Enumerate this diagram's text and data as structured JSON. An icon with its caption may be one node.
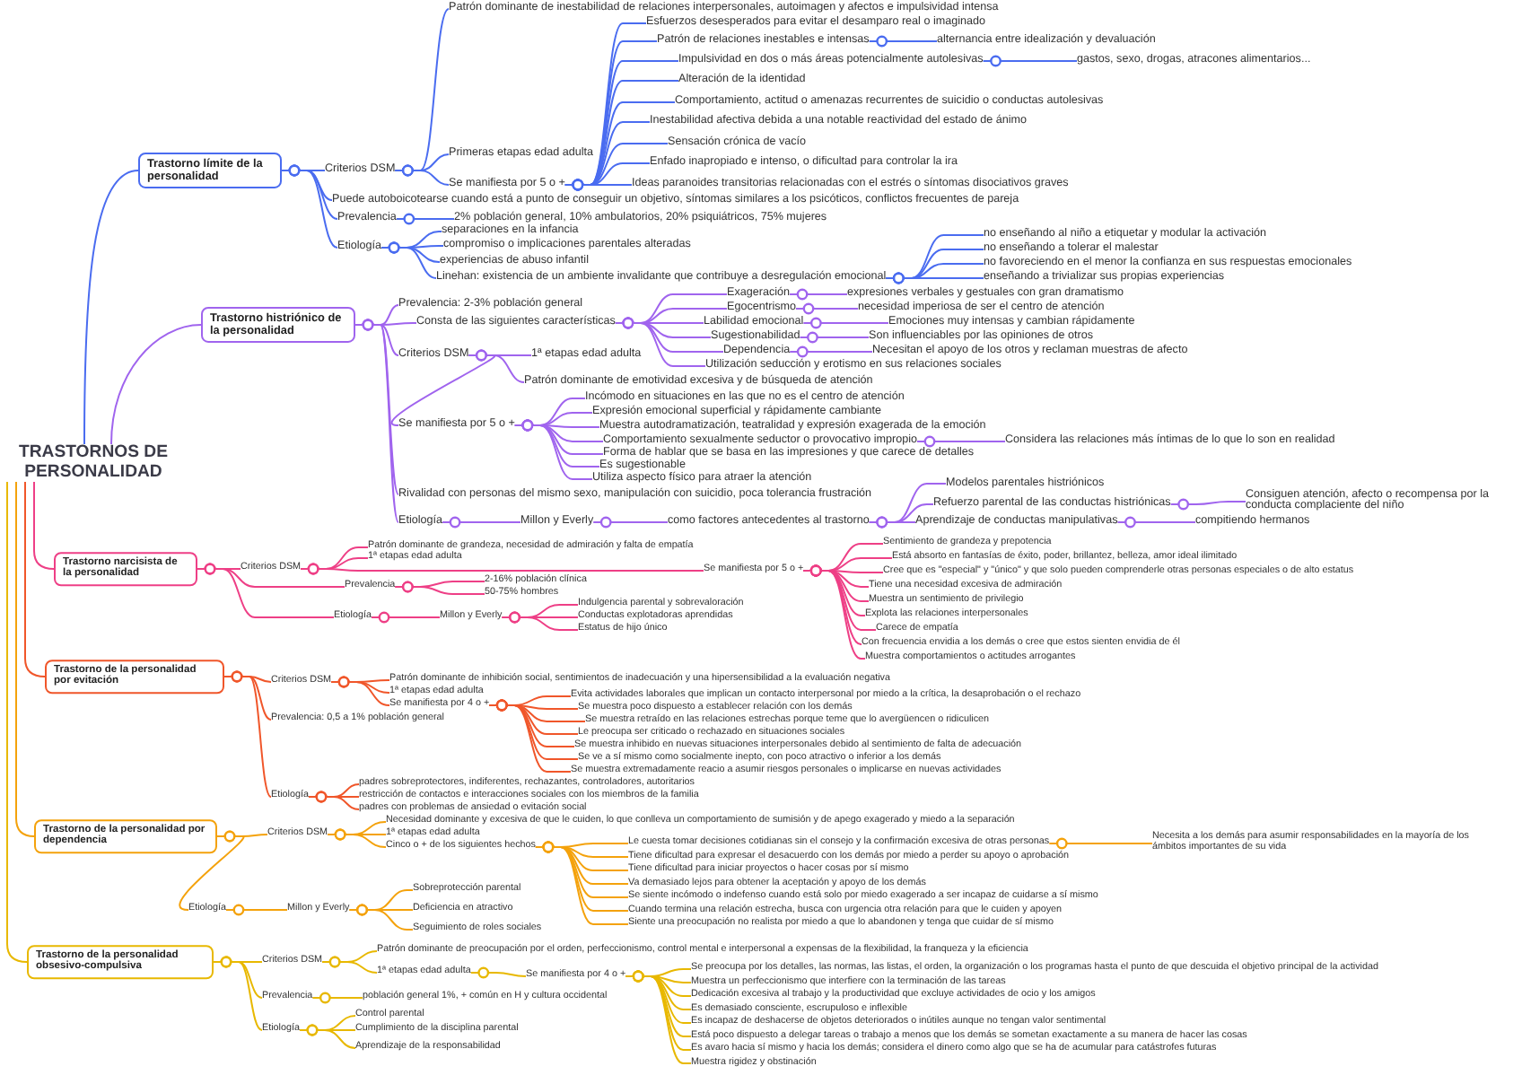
{
  "diagram": {
    "nodes": [
      {
        "text": [
          "TRASTORNOS DE PERSONALIDAD"
        ]
      },
      {
        "text": [
          "Trastorno límite de la personalidad"
        ]
      },
      {
        "text": [
          "Criterios DSM"
        ]
      },
      {
        "text": [
          "Patrón dominante de inestabilidad de relaciones interpersonales, autoimagen y afectos e impulsividad intensa"
        ]
      },
      {
        "text": [
          "Primeras etapas edad adulta"
        ]
      },
      {
        "text": [
          "Se manifiesta por 5 o +"
        ]
      },
      {
        "text": [
          "Esfuerzos desesperados para evitar el desamparo real o imaginado"
        ]
      },
      {
        "text": [
          "Patrón de relaciones inestables e intensas"
        ]
      },
      {
        "text": [
          "alternancia entre idealización y devaluación"
        ]
      },
      {
        "text": [
          "Impulsividad en dos o más áreas potencialmente autolesivas"
        ]
      },
      {
        "text": [
          "gastos, sexo, drogas, atracones alimentarios..."
        ]
      },
      {
        "text": [
          "Alteración de la identidad"
        ]
      },
      {
        "text": [
          "Comportamiento, actitud o amenazas recurrentes de suicidio o conductas autolesivas"
        ]
      },
      {
        "text": [
          "Inestabilidad afectiva debida a una notable reactividad del estado de ánimo"
        ]
      },
      {
        "text": [
          "Sensación crónica de vacío"
        ]
      },
      {
        "text": [
          "Enfado inapropiado e intenso, o dificultad para controlar la ira"
        ]
      },
      {
        "text": [
          "Ideas paranoides transitorias relacionadas con el estrés o síntomas disociativos graves"
        ]
      },
      {
        "text": [
          "Puede autoboicotearse cuando está a punto de conseguir un objetivo, síntomas similares a los psicóticos, conflictos frecuentes de pareja"
        ]
      },
      {
        "text": [
          "Prevalencia"
        ]
      },
      {
        "text": [
          "2% población general, 10% ambulatorios, 20% psiquiátricos, 75% mujeres"
        ]
      },
      {
        "text": [
          "Etiología"
        ]
      },
      {
        "text": [
          "separaciones en la infancia"
        ]
      },
      {
        "text": [
          "compromiso o implicaciones parentales alteradas"
        ]
      },
      {
        "text": [
          "experiencias de abuso infantil"
        ]
      },
      {
        "text": [
          "Linehan: existencia de un ambiente invalidante que contribuye a desregulación emocional"
        ]
      },
      {
        "text": [
          "no enseñando al niño a etiquetar y modular la activación"
        ]
      },
      {
        "text": [
          "no enseñando a tolerar el malestar"
        ]
      },
      {
        "text": [
          "no favoreciendo en el menor la confianza en sus respuestas emocionales"
        ]
      },
      {
        "text": [
          "enseñando a trivializar sus propias experiencias"
        ]
      },
      {
        "text": [
          "Trastorno histriónico de la personalidad"
        ]
      },
      {
        "text": [
          "Prevalencia: 2-3% población general"
        ]
      },
      {
        "text": [
          "Consta de las siguientes características"
        ]
      },
      {
        "text": [
          "Exageración"
        ]
      },
      {
        "text": [
          "expresiones verbales y gestuales con gran dramatismo"
        ]
      },
      {
        "text": [
          "Egocentrismo"
        ]
      },
      {
        "text": [
          "necesidad imperiosa de ser el centro de atención"
        ]
      },
      {
        "text": [
          "Labilidad emocional"
        ]
      },
      {
        "text": [
          "Emociones muy intensas y cambian rápidamente"
        ]
      },
      {
        "text": [
          "Sugestionabilidad"
        ]
      },
      {
        "text": [
          "Son influenciables por las opiniones de otros"
        ]
      },
      {
        "text": [
          "Dependencia"
        ]
      },
      {
        "text": [
          "Necesitan el apoyo de los otros y reclaman muestras de afecto"
        ]
      },
      {
        "text": [
          "Utilización seducción y erotismo en sus relaciones sociales"
        ]
      },
      {
        "text": [
          "Criterios DSM"
        ]
      },
      {
        "text": [
          "1ª etapas edad adulta"
        ]
      },
      {
        "text": [
          "Patrón dominante de emotividad excesiva y de búsqueda de atención"
        ]
      },
      {
        "text": [
          "Se manifiesta por 5 o +"
        ]
      },
      {
        "text": [
          "Incómodo en situaciones en las que no es el centro de atención"
        ]
      },
      {
        "text": [
          "Expresión emocional superficial y rápidamente cambiante"
        ]
      },
      {
        "text": [
          "Muestra autodramatización, teatralidad y expresión exagerada de la emoción"
        ]
      },
      {
        "text": [
          "Comportamiento sexualmente seductor o provocativo impropio"
        ]
      },
      {
        "text": [
          "Considera las relaciones más íntimas de lo que lo son en realidad"
        ]
      },
      {
        "text": [
          "Forma de hablar que se basa en las impresiones y que carece de detalles"
        ]
      },
      {
        "text": [
          "Es sugestionable"
        ]
      },
      {
        "text": [
          "Utiliza aspecto físico para atraer la atención"
        ]
      },
      {
        "text": [
          "Rivalidad con personas del mismo sexo, manipulación con suicidio, poca tolerancia frustración"
        ]
      },
      {
        "text": [
          "Etiología"
        ]
      },
      {
        "text": [
          "Millon y Everly"
        ]
      },
      {
        "text": [
          "como factores antecedentes al trastorno"
        ]
      },
      {
        "text": [
          "Modelos parentales histriónicos"
        ]
      },
      {
        "text": [
          "Refuerzo parental de las conductas histriónicas"
        ]
      },
      {
        "text": [
          "Consiguen atención, afecto o recompensa por la conducta complaciente del niño"
        ]
      },
      {
        "text": [
          "Aprendizaje de conductas manipulativas"
        ]
      },
      {
        "text": [
          "compitiendo hermanos"
        ]
      },
      {
        "text": [
          "Trastorno narcisista de la personalidad"
        ]
      },
      {
        "text": [
          "Criterios DSM"
        ]
      },
      {
        "text": [
          "Patrón dominante de grandeza, necesidad de admiración y falta de empatía"
        ]
      },
      {
        "text": [
          "1ª etapas edad adulta"
        ]
      },
      {
        "text": [
          "Se manifiesta por 5 o +"
        ]
      },
      {
        "text": [
          "Sentimiento de grandeza y prepotencia"
        ]
      },
      {
        "text": [
          "Está absorto en fantasías de éxito, poder, brillantez, belleza, amor ideal ilimitado"
        ]
      },
      {
        "text": [
          "Cree que es \"especial\" y \"único\" y que solo pueden comprenderle otras personas especiales o de alto estatus"
        ]
      },
      {
        "text": [
          "Tiene una necesidad excesiva de admiración"
        ]
      },
      {
        "text": [
          "Muestra un sentimiento de privilegio"
        ]
      },
      {
        "text": [
          "Explota las relaciones interpersonales"
        ]
      },
      {
        "text": [
          "Carece de empatía"
        ]
      },
      {
        "text": [
          "Con frecuencia envidia a los demás o cree que estos sienten envidia de él"
        ]
      },
      {
        "text": [
          "Muestra comportamientos o actitudes arrogantes"
        ]
      },
      {
        "text": [
          "Prevalencia"
        ]
      },
      {
        "text": [
          "2-16% población clínica"
        ]
      },
      {
        "text": [
          "50-75% hombres"
        ]
      },
      {
        "text": [
          "Etiología"
        ]
      },
      {
        "text": [
          "Millon y Everly"
        ]
      },
      {
        "text": [
          "Indulgencia parental y sobrevaloración"
        ]
      },
      {
        "text": [
          "Conductas explotadoras aprendidas"
        ]
      },
      {
        "text": [
          "Estatus de hijo único"
        ]
      },
      {
        "text": [
          "Trastorno de la personalidad por evitación"
        ]
      },
      {
        "text": [
          "Criterios DSM"
        ]
      },
      {
        "text": [
          "Patrón dominante de inhibición social, sentimientos de inadecuación y una hipersensibilidad a la evaluación negativa"
        ]
      },
      {
        "text": [
          "1ª etapas edad adulta"
        ]
      },
      {
        "text": [
          "Se manifiesta por 4 o +"
        ]
      },
      {
        "text": [
          "Evita actividades laborales que implican un contacto interpersonal por miedo a la crítica, la desaprobación o el rechazo"
        ]
      },
      {
        "text": [
          "Se muestra poco dispuesto a establecer relación con los demás"
        ]
      },
      {
        "text": [
          "Se muestra retraído en las relaciones estrechas porque teme que lo avergüencen o ridiculicen"
        ]
      },
      {
        "text": [
          "Le preocupa ser criticado o rechazado en situaciones sociales"
        ]
      },
      {
        "text": [
          "Se muestra inhibido en nuevas situaciones interpersonales debido al sentimiento de falta de adecuación"
        ]
      },
      {
        "text": [
          "Se ve a sí mismo como socialmente inepto, con poco atractivo o inferior a los demás"
        ]
      },
      {
        "text": [
          "Se muestra extremadamente reacio a asumir riesgos personales o implicarse en nuevas actividades"
        ]
      },
      {
        "text": [
          "Prevalencia: 0,5 a 1% población general"
        ]
      },
      {
        "text": [
          "Etiología"
        ]
      },
      {
        "text": [
          "padres sobreprotectores, indiferentes, rechazantes, controladores, autoritarios"
        ]
      },
      {
        "text": [
          "restricción de contactos e interacciones sociales con los miembros de la familia"
        ]
      },
      {
        "text": [
          "padres con problemas de ansiedad o evitación social"
        ]
      },
      {
        "text": [
          "Trastorno de la personalidad por dependencia"
        ]
      },
      {
        "text": [
          "Criterios DSM"
        ]
      },
      {
        "text": [
          "Necesidad dominante y excesiva de que le cuiden, lo que conlleva un comportamiento de sumisión y de apego exagerado y miedo a la separación"
        ]
      },
      {
        "text": [
          "1ª etapas edad adulta"
        ]
      },
      {
        "text": [
          "Cinco o + de los siguientes hechos"
        ]
      },
      {
        "text": [
          "Le cuesta tomar decisiones cotidianas sin el consejo y la confirmación excesiva de otras personas"
        ]
      },
      {
        "text": [
          "Necesita a los demás para asumir responsabilidades en la mayoría de los ámbitos importantes de su vida"
        ]
      },
      {
        "text": [
          "Tiene dificultad para expresar el desacuerdo con los demás por miedo a perder su apoyo o aprobación"
        ]
      },
      {
        "text": [
          "Tiene dificultad para iniciar proyectos o hacer cosas por sí mismo"
        ]
      },
      {
        "text": [
          "Va demasiado lejos para obtener la aceptación y apoyo de los demás"
        ]
      },
      {
        "text": [
          "Se siente incómodo o indefenso cuando está solo por miedo exagerado a ser incapaz de cuidarse a sí mismo"
        ]
      },
      {
        "text": [
          "Cuando termina una relación estrecha, busca con urgencia otra relación para que le cuiden y apoyen"
        ]
      },
      {
        "text": [
          "Siente una preocupación no realista por miedo a que lo abandonen y tenga que cuidar de sí mismo"
        ]
      },
      {
        "text": [
          "Etiología"
        ]
      },
      {
        "text": [
          "Millon y Everly"
        ]
      },
      {
        "text": [
          "Sobreprotección parental"
        ]
      },
      {
        "text": [
          "Deficiencia en atractivo"
        ]
      },
      {
        "text": [
          "Seguimiento de roles sociales"
        ]
      },
      {
        "text": [
          "Trastorno de la personalidad obsesivo-compulsiva"
        ]
      },
      {
        "text": [
          "Criterios DSM"
        ]
      },
      {
        "text": [
          "Patrón dominante de preocupación por el orden, perfeccionismo, control mental e interpersonal a expensas de la flexibilidad, la franqueza y la eficiencia"
        ]
      },
      {
        "text": [
          "1ª etapas edad adulta"
        ]
      },
      {
        "text": [
          "Se manifiesta por 4 o +"
        ]
      },
      {
        "text": [
          "Se preocupa por los detalles, las normas, las listas, el orden, la organización o los programas hasta el punto de que descuida el objetivo principal de la actividad"
        ]
      },
      {
        "text": [
          "Muestra un perfeccionismo que interfiere con la terminación de las tareas"
        ]
      },
      {
        "text": [
          "Dedicación excesiva al trabajo y la productividad que excluye actividades de ocio y los amigos"
        ]
      },
      {
        "text": [
          "Es demasiado consciente, escrupuloso e inflexible"
        ]
      },
      {
        "text": [
          "Es incapaz de deshacerse de objetos deteriorados o inútiles aunque no tengan valor sentimental"
        ]
      },
      {
        "text": [
          "Está poco dispuesto a delegar tareas o trabajo a menos que los demás se sometan exactamente a su manera de hacer las cosas"
        ]
      },
      {
        "text": [
          "Es avaro hacia sí mismo y hacia los demás; considera el dinero como algo que se ha de acumular para catástrofes futuras"
        ]
      },
      {
        "text": [
          "Muestra rigidez y obstinación"
        ]
      },
      {
        "text": [
          "Prevalencia"
        ]
      },
      {
        "text": [
          "población general 1%, + común en H y cultura occidental"
        ]
      },
      {
        "text": [
          "Etiología"
        ]
      },
      {
        "text": [
          "Control parental"
        ]
      },
      {
        "text": [
          "Cumplimiento de la disciplina parental"
        ]
      },
      {
        "text": [
          "Aprendizaje de la responsabilidad"
        ]
      }
    ],
    "edges": [
      {
        "from": 0,
        "to": 1,
        "arrow": "none",
        "color": "#4a6cf0"
      },
      {
        "from": 1,
        "to": 2,
        "arrow": "other",
        "color": "#4a6cf0"
      },
      {
        "from": 2,
        "to": 3,
        "arrow": "other",
        "color": "#4a6cf0"
      },
      {
        "from": 2,
        "to": 4,
        "arrow": "other",
        "color": "#4a6cf0"
      },
      {
        "from": 2,
        "to": 5,
        "arrow": "other",
        "color": "#4a6cf0"
      },
      {
        "from": 5,
        "to": 6,
        "arrow": "other",
        "color": "#4a6cf0"
      },
      {
        "from": 5,
        "to": 7,
        "arrow": "other",
        "color": "#4a6cf0"
      },
      {
        "from": 7,
        "to": 8,
        "arrow": "other",
        "color": "#4a6cf0"
      },
      {
        "from": 5,
        "to": 9,
        "arrow": "other",
        "color": "#4a6cf0"
      },
      {
        "from": 9,
        "to": 10,
        "arrow": "other",
        "color": "#4a6cf0"
      },
      {
        "from": 5,
        "to": 11,
        "arrow": "other",
        "color": "#4a6cf0"
      },
      {
        "from": 5,
        "to": 12,
        "arrow": "other",
        "color": "#4a6cf0"
      },
      {
        "from": 5,
        "to": 13,
        "arrow": "other",
        "color": "#4a6cf0"
      },
      {
        "from": 5,
        "to": 14,
        "arrow": "other",
        "color": "#4a6cf0"
      },
      {
        "from": 5,
        "to": 15,
        "arrow": "other",
        "color": "#4a6cf0"
      },
      {
        "from": 5,
        "to": 16,
        "arrow": "other",
        "color": "#4a6cf0"
      },
      {
        "from": 1,
        "to": 17,
        "arrow": "other",
        "color": "#4a6cf0"
      },
      {
        "from": 1,
        "to": 18,
        "arrow": "other",
        "color": "#4a6cf0"
      },
      {
        "from": 18,
        "to": 19,
        "arrow": "other",
        "color": "#4a6cf0"
      },
      {
        "from": 1,
        "to": 20,
        "arrow": "other",
        "color": "#4a6cf0"
      },
      {
        "from": 20,
        "to": 21,
        "arrow": "other",
        "color": "#4a6cf0"
      },
      {
        "from": 20,
        "to": 22,
        "arrow": "other",
        "color": "#4a6cf0"
      },
      {
        "from": 20,
        "to": 23,
        "arrow": "other",
        "color": "#4a6cf0"
      },
      {
        "from": 20,
        "to": 24,
        "arrow": "other",
        "color": "#4a6cf0"
      },
      {
        "from": 24,
        "to": 25,
        "arrow": "other",
        "color": "#4a6cf0"
      },
      {
        "from": 24,
        "to": 26,
        "arrow": "other",
        "color": "#4a6cf0"
      },
      {
        "from": 24,
        "to": 27,
        "arrow": "other",
        "color": "#4a6cf0"
      },
      {
        "from": 24,
        "to": 28,
        "arrow": "other",
        "color": "#4a6cf0"
      },
      {
        "from": 0,
        "to": 29,
        "arrow": "none"
      },
      {
        "from": 29,
        "to": 30,
        "arrow": "other"
      },
      {
        "from": 29,
        "to": 31,
        "arrow": "other"
      },
      {
        "from": 31,
        "to": 32,
        "arrow": "other"
      },
      {
        "from": 32,
        "to": 33,
        "arrow": "other"
      },
      {
        "from": 31,
        "to": 34,
        "arrow": "other"
      },
      {
        "from": 34,
        "to": 35,
        "arrow": "other"
      },
      {
        "from": 31,
        "to": 36,
        "arrow": "other"
      },
      {
        "from": 36,
        "to": 37,
        "arrow": "other"
      },
      {
        "from": 31,
        "to": 38,
        "arrow": "other"
      },
      {
        "from": 38,
        "to": 39,
        "arrow": "other"
      },
      {
        "from": 31,
        "to": 40,
        "arrow": "other"
      },
      {
        "from": 40,
        "to": 41,
        "arrow": "other"
      },
      {
        "from": 31,
        "to": 42,
        "arrow": "other"
      },
      {
        "from": 29,
        "to": 43,
        "arrow": "other"
      },
      {
        "from": 43,
        "to": 44,
        "arrow": "other"
      },
      {
        "from": 43,
        "to": 45,
        "arrow": "other"
      },
      {
        "from": 43,
        "to": 46,
        "arrow": "other"
      },
      {
        "from": 46,
        "to": 47,
        "arrow": "other"
      },
      {
        "from": 46,
        "to": 48,
        "arrow": "other"
      },
      {
        "from": 46,
        "to": 49,
        "arrow": "other"
      },
      {
        "from": 46,
        "to": 50,
        "arrow": "other"
      },
      {
        "from": 50,
        "to": 51,
        "arrow": "other"
      },
      {
        "from": 46,
        "to": 52,
        "arrow": "other"
      },
      {
        "from": 46,
        "to": 53,
        "arrow": "other"
      },
      {
        "from": 46,
        "to": 54,
        "arrow": "other"
      },
      {
        "from": 29,
        "to": 55,
        "arrow": "other"
      },
      {
        "from": 29,
        "to": 56,
        "arrow": "other"
      },
      {
        "from": 56,
        "to": 57,
        "arrow": "other"
      },
      {
        "from": 57,
        "to": 58,
        "arrow": "other"
      },
      {
        "from": 58,
        "to": 59,
        "arrow": "other"
      },
      {
        "from": 58,
        "to": 60,
        "arrow": "other"
      },
      {
        "from": 60,
        "to": 61,
        "arrow": "other"
      },
      {
        "from": 58,
        "to": 62,
        "arrow": "other"
      },
      {
        "from": 62,
        "to": 63,
        "arrow": "other"
      },
      {
        "from": 0,
        "to": 64,
        "arrow": "none",
        "color": "#ee3f86"
      },
      {
        "from": 64,
        "to": 65,
        "arrow": "other",
        "color": "#ee3f86"
      },
      {
        "from": 65,
        "to": 66,
        "arrow": "other",
        "color": "#ee3f86"
      },
      {
        "from": 65,
        "to": 67,
        "arrow": "other",
        "color": "#ee3f86"
      },
      {
        "from": 65,
        "to": 68,
        "arrow": "other",
        "color": "#ee3f86"
      },
      {
        "from": 68,
        "to": 69,
        "arrow": "other",
        "color": "#ee3f86"
      },
      {
        "from": 68,
        "to": 70,
        "arrow": "other",
        "color": "#ee3f86"
      },
      {
        "from": 68,
        "to": 71,
        "arrow": "other",
        "color": "#ee3f86"
      },
      {
        "from": 68,
        "to": 72,
        "arrow": "other",
        "color": "#ee3f86"
      },
      {
        "from": 68,
        "to": 73,
        "arrow": "other",
        "color": "#ee3f86"
      },
      {
        "from": 68,
        "to": 74,
        "arrow": "other",
        "color": "#ee3f86"
      },
      {
        "from": 68,
        "to": 75,
        "arrow": "other",
        "color": "#ee3f86"
      },
      {
        "from": 68,
        "to": 76,
        "arrow": "other",
        "color": "#ee3f86"
      },
      {
        "from": 68,
        "to": 77,
        "arrow": "other",
        "color": "#ee3f86"
      },
      {
        "from": 64,
        "to": 78,
        "arrow": "other",
        "color": "#ee3f86"
      },
      {
        "from": 78,
        "to": 79,
        "arrow": "other",
        "color": "#ee3f86"
      },
      {
        "from": 78,
        "to": 80,
        "arrow": "other",
        "color": "#ee3f86"
      },
      {
        "from": 64,
        "to": 81,
        "arrow": "other",
        "color": "#ee3f86"
      },
      {
        "from": 81,
        "to": 82,
        "arrow": "other",
        "color": "#ee3f86"
      },
      {
        "from": 82,
        "to": 83,
        "arrow": "other",
        "color": "#ee3f86"
      },
      {
        "from": 82,
        "to": 84,
        "arrow": "other",
        "color": "#ee3f86"
      },
      {
        "from": 82,
        "to": 85,
        "arrow": "other",
        "color": "#ee3f86"
      },
      {
        "from": 0,
        "to": 86,
        "arrow": "none",
        "color": "#f0562a"
      },
      {
        "from": 86,
        "to": 87,
        "arrow": "other",
        "color": "#f0562a"
      },
      {
        "from": 87,
        "to": 88,
        "arrow": "other",
        "color": "#f0562a"
      },
      {
        "from": 87,
        "to": 89,
        "arrow": "other",
        "color": "#f0562a"
      },
      {
        "from": 87,
        "to": 90,
        "arrow": "other",
        "color": "#f0562a"
      },
      {
        "from": 90,
        "to": 91,
        "arrow": "other",
        "color": "#f0562a"
      },
      {
        "from": 90,
        "to": 92,
        "arrow": "other",
        "color": "#f0562a"
      },
      {
        "from": 90,
        "to": 93,
        "arrow": "other",
        "color": "#f0562a"
      },
      {
        "from": 90,
        "to": 94,
        "arrow": "other",
        "color": "#f0562a"
      },
      {
        "from": 90,
        "to": 95,
        "arrow": "other",
        "color": "#f0562a"
      },
      {
        "from": 90,
        "to": 96,
        "arrow": "other",
        "color": "#f0562a"
      },
      {
        "from": 90,
        "to": 97,
        "arrow": "other",
        "color": "#f0562a"
      },
      {
        "from": 86,
        "to": 98,
        "arrow": "other",
        "color": "#f0562a"
      },
      {
        "from": 86,
        "to": 99,
        "arrow": "other",
        "color": "#f0562a"
      },
      {
        "from": 99,
        "to": 100,
        "arrow": "other",
        "color": "#f0562a"
      },
      {
        "from": 99,
        "to": 101,
        "arrow": "other",
        "color": "#f0562a"
      },
      {
        "from": 99,
        "to": 102,
        "arrow": "other",
        "color": "#f0562a"
      },
      {
        "from": 0,
        "to": 103,
        "arrow": "none",
        "color": "#f4a20c"
      },
      {
        "from": 103,
        "to": 104,
        "arrow": "other",
        "color": "#f4a20c"
      },
      {
        "from": 104,
        "to": 105,
        "arrow": "other",
        "color": "#f4a20c"
      },
      {
        "from": 104,
        "to": 106,
        "arrow": "other",
        "color": "#f4a20c"
      },
      {
        "from": 104,
        "to": 107,
        "arrow": "other",
        "color": "#f4a20c"
      },
      {
        "from": 107,
        "to": 108,
        "arrow": "other",
        "color": "#f4a20c"
      },
      {
        "from": 108,
        "to": 109,
        "arrow": "other",
        "color": "#f4a20c"
      },
      {
        "from": 107,
        "to": 110,
        "arrow": "other",
        "color": "#f4a20c"
      },
      {
        "from": 107,
        "to": 111,
        "arrow": "other",
        "color": "#f4a20c"
      },
      {
        "from": 107,
        "to": 112,
        "arrow": "other",
        "color": "#f4a20c"
      },
      {
        "from": 107,
        "to": 113,
        "arrow": "other",
        "color": "#f4a20c"
      },
      {
        "from": 107,
        "to": 114,
        "arrow": "other",
        "color": "#f4a20c"
      },
      {
        "from": 107,
        "to": 115,
        "arrow": "other",
        "color": "#f4a20c"
      },
      {
        "from": 103,
        "to": 116,
        "arrow": "other",
        "color": "#f4a20c"
      },
      {
        "from": 116,
        "to": 117,
        "arrow": "other",
        "color": "#f4a20c"
      },
      {
        "from": 117,
        "to": 118,
        "arrow": "other",
        "color": "#f4a20c"
      },
      {
        "from": 117,
        "to": 119,
        "arrow": "other",
        "color": "#f4a20c"
      },
      {
        "from": 117,
        "to": 120,
        "arrow": "other",
        "color": "#f4a20c"
      },
      {
        "from": 0,
        "to": 121,
        "arrow": "none",
        "color": "#e8b800"
      },
      {
        "from": 121,
        "to": 122,
        "arrow": "other",
        "color": "#e8b800"
      },
      {
        "from": 122,
        "to": 123,
        "arrow": "other",
        "color": "#e8b800"
      },
      {
        "from": 122,
        "to": 124,
        "arrow": "other",
        "color": "#e8b800"
      },
      {
        "from": 124,
        "to": 125,
        "arrow": "other",
        "color": "#e8b800"
      },
      {
        "from": 125,
        "to": 126,
        "arrow": "other",
        "color": "#e8b800"
      },
      {
        "from": 125,
        "to": 127,
        "arrow": "other",
        "color": "#e8b800"
      },
      {
        "from": 125,
        "to": 128,
        "arrow": "other",
        "color": "#e8b800"
      },
      {
        "from": 125,
        "to": 129,
        "arrow": "other",
        "color": "#e8b800"
      },
      {
        "from": 125,
        "to": 130,
        "arrow": "other",
        "color": "#e8b800"
      },
      {
        "from": 125,
        "to": 131,
        "arrow": "other",
        "color": "#e8b800"
      },
      {
        "from": 125,
        "to": 132,
        "arrow": "other",
        "color": "#e8b800"
      },
      {
        "from": 125,
        "to": 133,
        "arrow": "other",
        "color": "#e8b800"
      },
      {
        "from": 121,
        "to": 134,
        "arrow": "other",
        "color": "#e8b800"
      },
      {
        "from": 134,
        "to": 135,
        "arrow": "other",
        "color": "#e8b800"
      },
      {
        "from": 121,
        "to": 136,
        "arrow": "other",
        "color": "#e8b800"
      },
      {
        "from": 136,
        "to": 137,
        "arrow": "other",
        "color": "#e8b800"
      },
      {
        "from": 136,
        "to": 138,
        "arrow": "other",
        "color": "#e8b800"
      },
      {
        "from": 136,
        "to": 139,
        "arrow": "other",
        "color": "#e8b800"
      }
    ]
  }
}
